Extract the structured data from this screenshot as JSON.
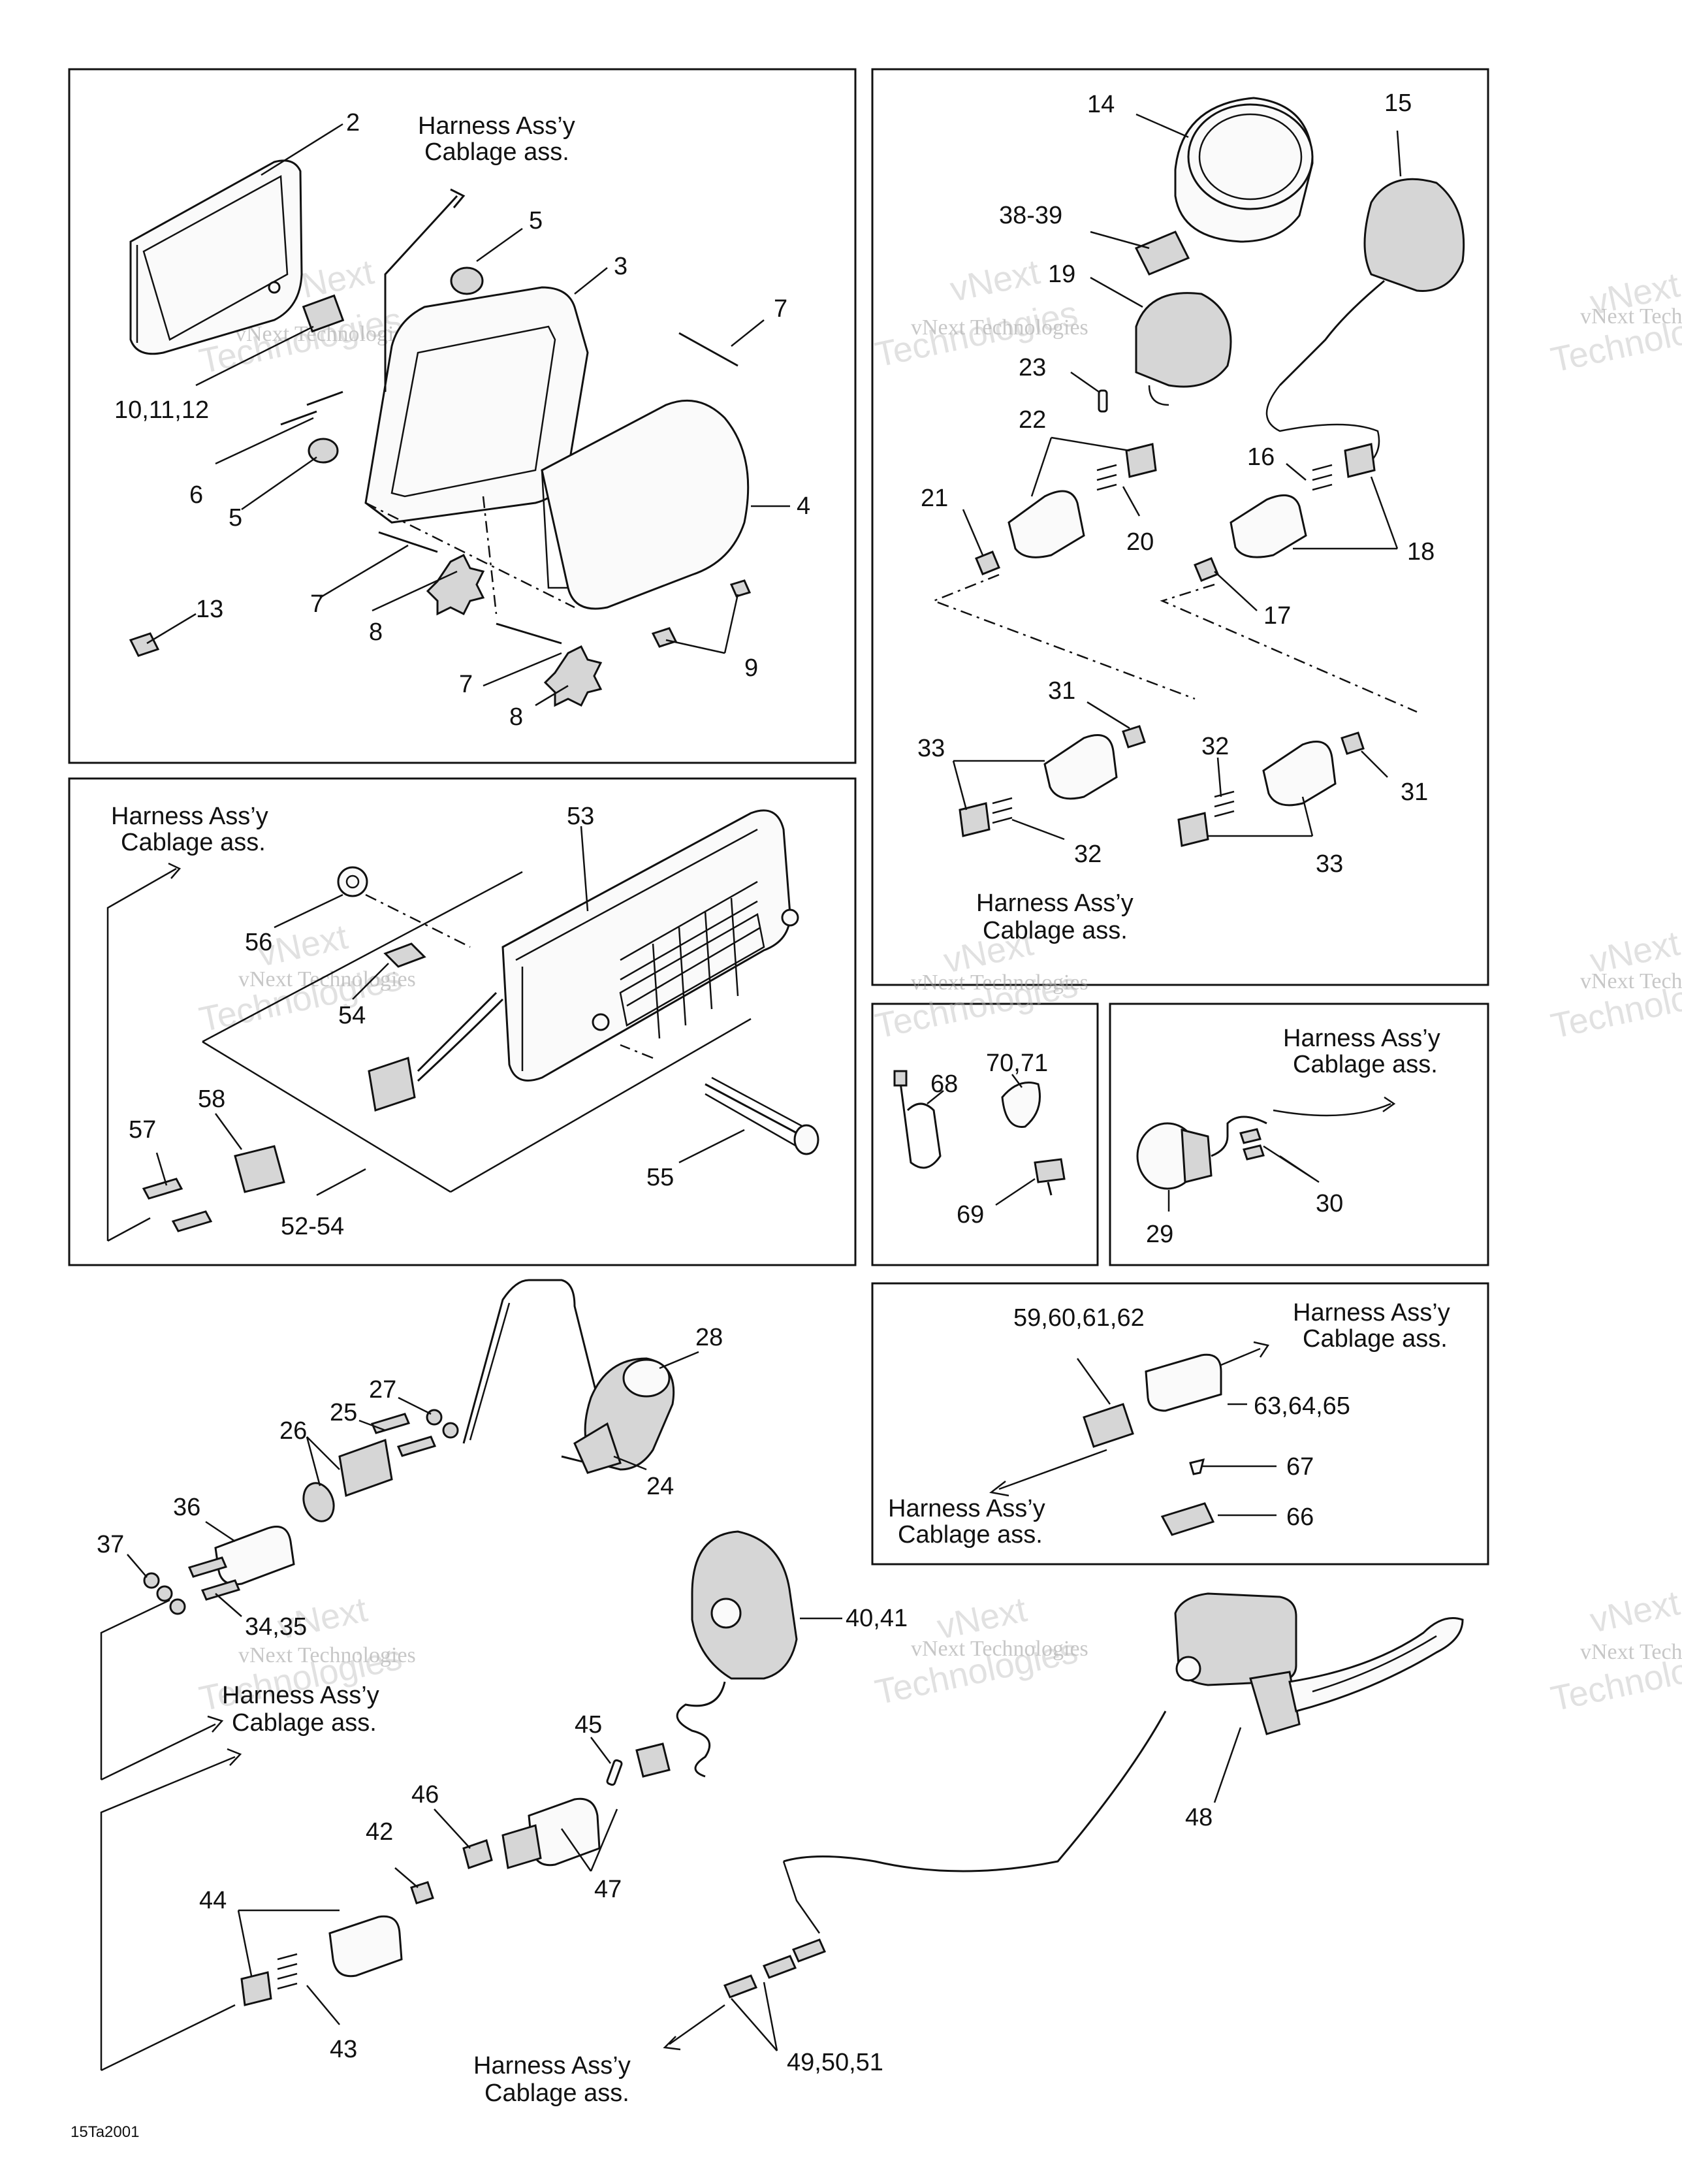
{
  "harness": {
    "line1": "Harness Ass’y",
    "line2": "Cablage ass."
  },
  "watermark": {
    "line1": "vNext Technologies",
    "line2": "Technologies",
    "logo": "vNext"
  },
  "drawing_code": "15Ta2001",
  "callouts": {
    "c2": "2",
    "c3": "3",
    "c4": "4",
    "c5a": "5",
    "c5b": "5",
    "c6": "6",
    "c7a": "7",
    "c7b": "7",
    "c7c": "7",
    "c8a": "8",
    "c8b": "8",
    "c9": "9",
    "c10": "10,11,12",
    "c13": "13",
    "c14": "14",
    "c15": "15",
    "c16": "16",
    "c17": "17",
    "c18": "18",
    "c19": "19",
    "c20": "20",
    "c21": "21",
    "c22": "22",
    "c23": "23",
    "c31a": "31",
    "c31b": "31",
    "c32a": "32",
    "c32b": "32",
    "c33a": "33",
    "c33b": "33",
    "c3839": "38-39",
    "c53": "53",
    "c54": "54",
    "c55": "55",
    "c56": "56",
    "c57": "57",
    "c58": "58",
    "c5254": "52-54",
    "c68": "68",
    "c69": "69",
    "c7071": "70,71",
    "c29": "29",
    "c30": "30",
    "c5962": "59,60,61,62",
    "c6365": "63,64,65",
    "c66": "66",
    "c67": "67",
    "c24": "24",
    "c25": "25",
    "c26": "26",
    "c27": "27",
    "c28": "28",
    "c36": "36",
    "c37": "37",
    "c3435": "34,35",
    "c4041": "40,41",
    "c42": "42",
    "c43": "43",
    "c44": "44",
    "c45": "45",
    "c46": "46",
    "c47": "47",
    "c48": "48",
    "c4951": "49,50,51"
  }
}
